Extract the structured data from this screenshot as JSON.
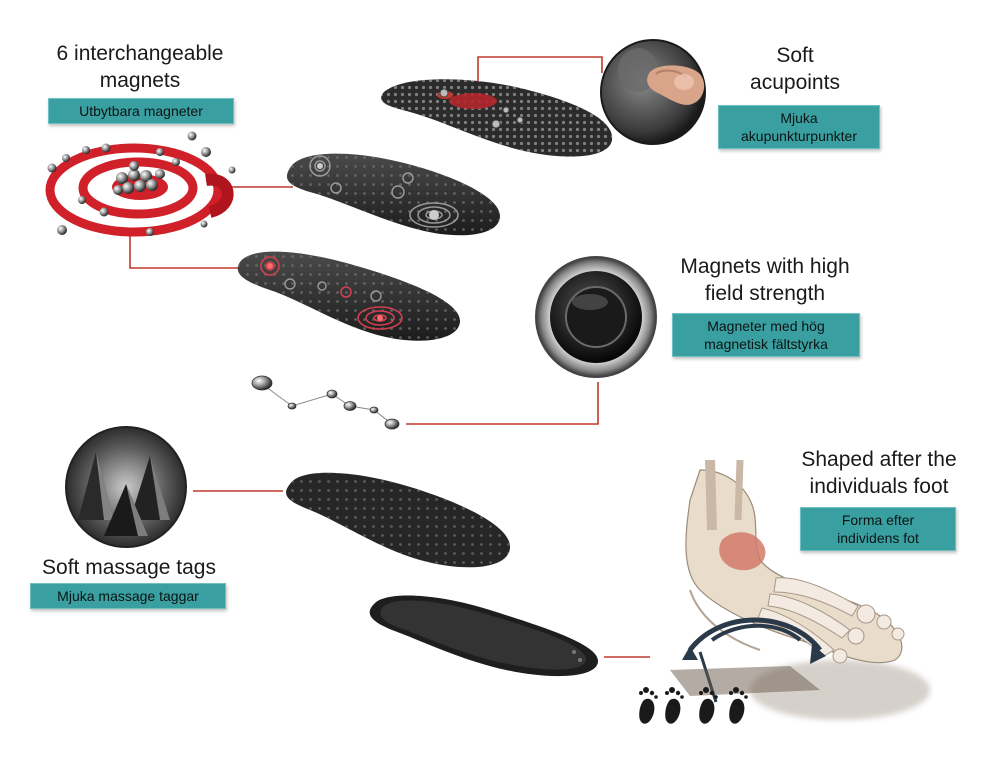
{
  "features": {
    "magnets": {
      "title_line1": "6 interchangeable",
      "title_line2": "magnets",
      "tag": "Utbytbara magneter"
    },
    "acupoints": {
      "title_line1": "Soft",
      "title_line2": "acupoints",
      "tag_line1": "Mjuka",
      "tag_line2": "akupunkturpunkter"
    },
    "high_field": {
      "title_line1": "Magnets with high",
      "title_line2": "field strength",
      "tag_line1": "Magneter med hög",
      "tag_line2": "magnetisk fältstyrka"
    },
    "massage_tags": {
      "title": "Soft massage tags",
      "tag": "Mjuka massage taggar"
    },
    "shaped": {
      "title_line1": "Shaped after the",
      "title_line2": "individuals foot",
      "tag_line1": "Forma efter",
      "tag_line2": "individens fot"
    }
  },
  "colors": {
    "connector": "#c0392b",
    "tag_bg": "#3a9fa0",
    "insole": "#2a2a2a",
    "magnet_ring": "#d0202a"
  },
  "icons": [
    "magnet-target-icon",
    "acupoint-closeup-icon",
    "magnet-button-icon",
    "massage-spike-icon",
    "foot-skeleton-icon",
    "footprint-icon"
  ]
}
